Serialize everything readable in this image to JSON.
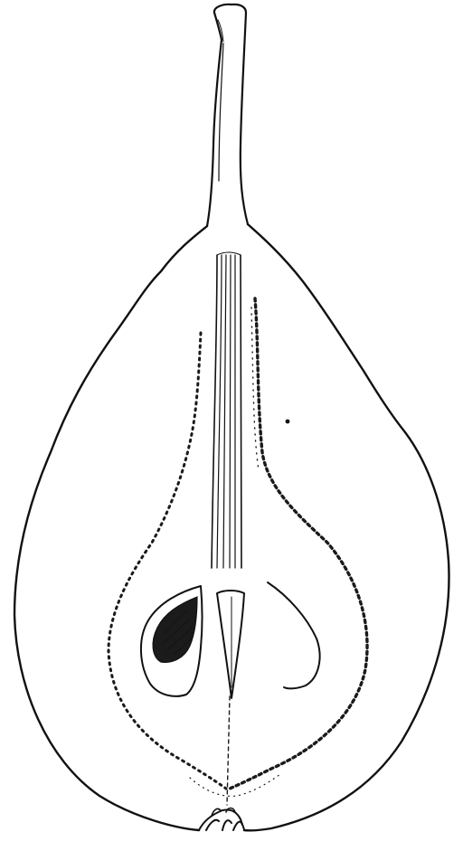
{
  "illustration": {
    "subject": "pear-longitudinal-section-engraving",
    "ink_color": "#111111",
    "paper_color": "#ffffff",
    "parts": [
      "stalk",
      "fruit-outline",
      "vascular-core-strands",
      "core-line",
      "left-seed",
      "center-seed",
      "right-seed-cavity",
      "calyx"
    ]
  }
}
